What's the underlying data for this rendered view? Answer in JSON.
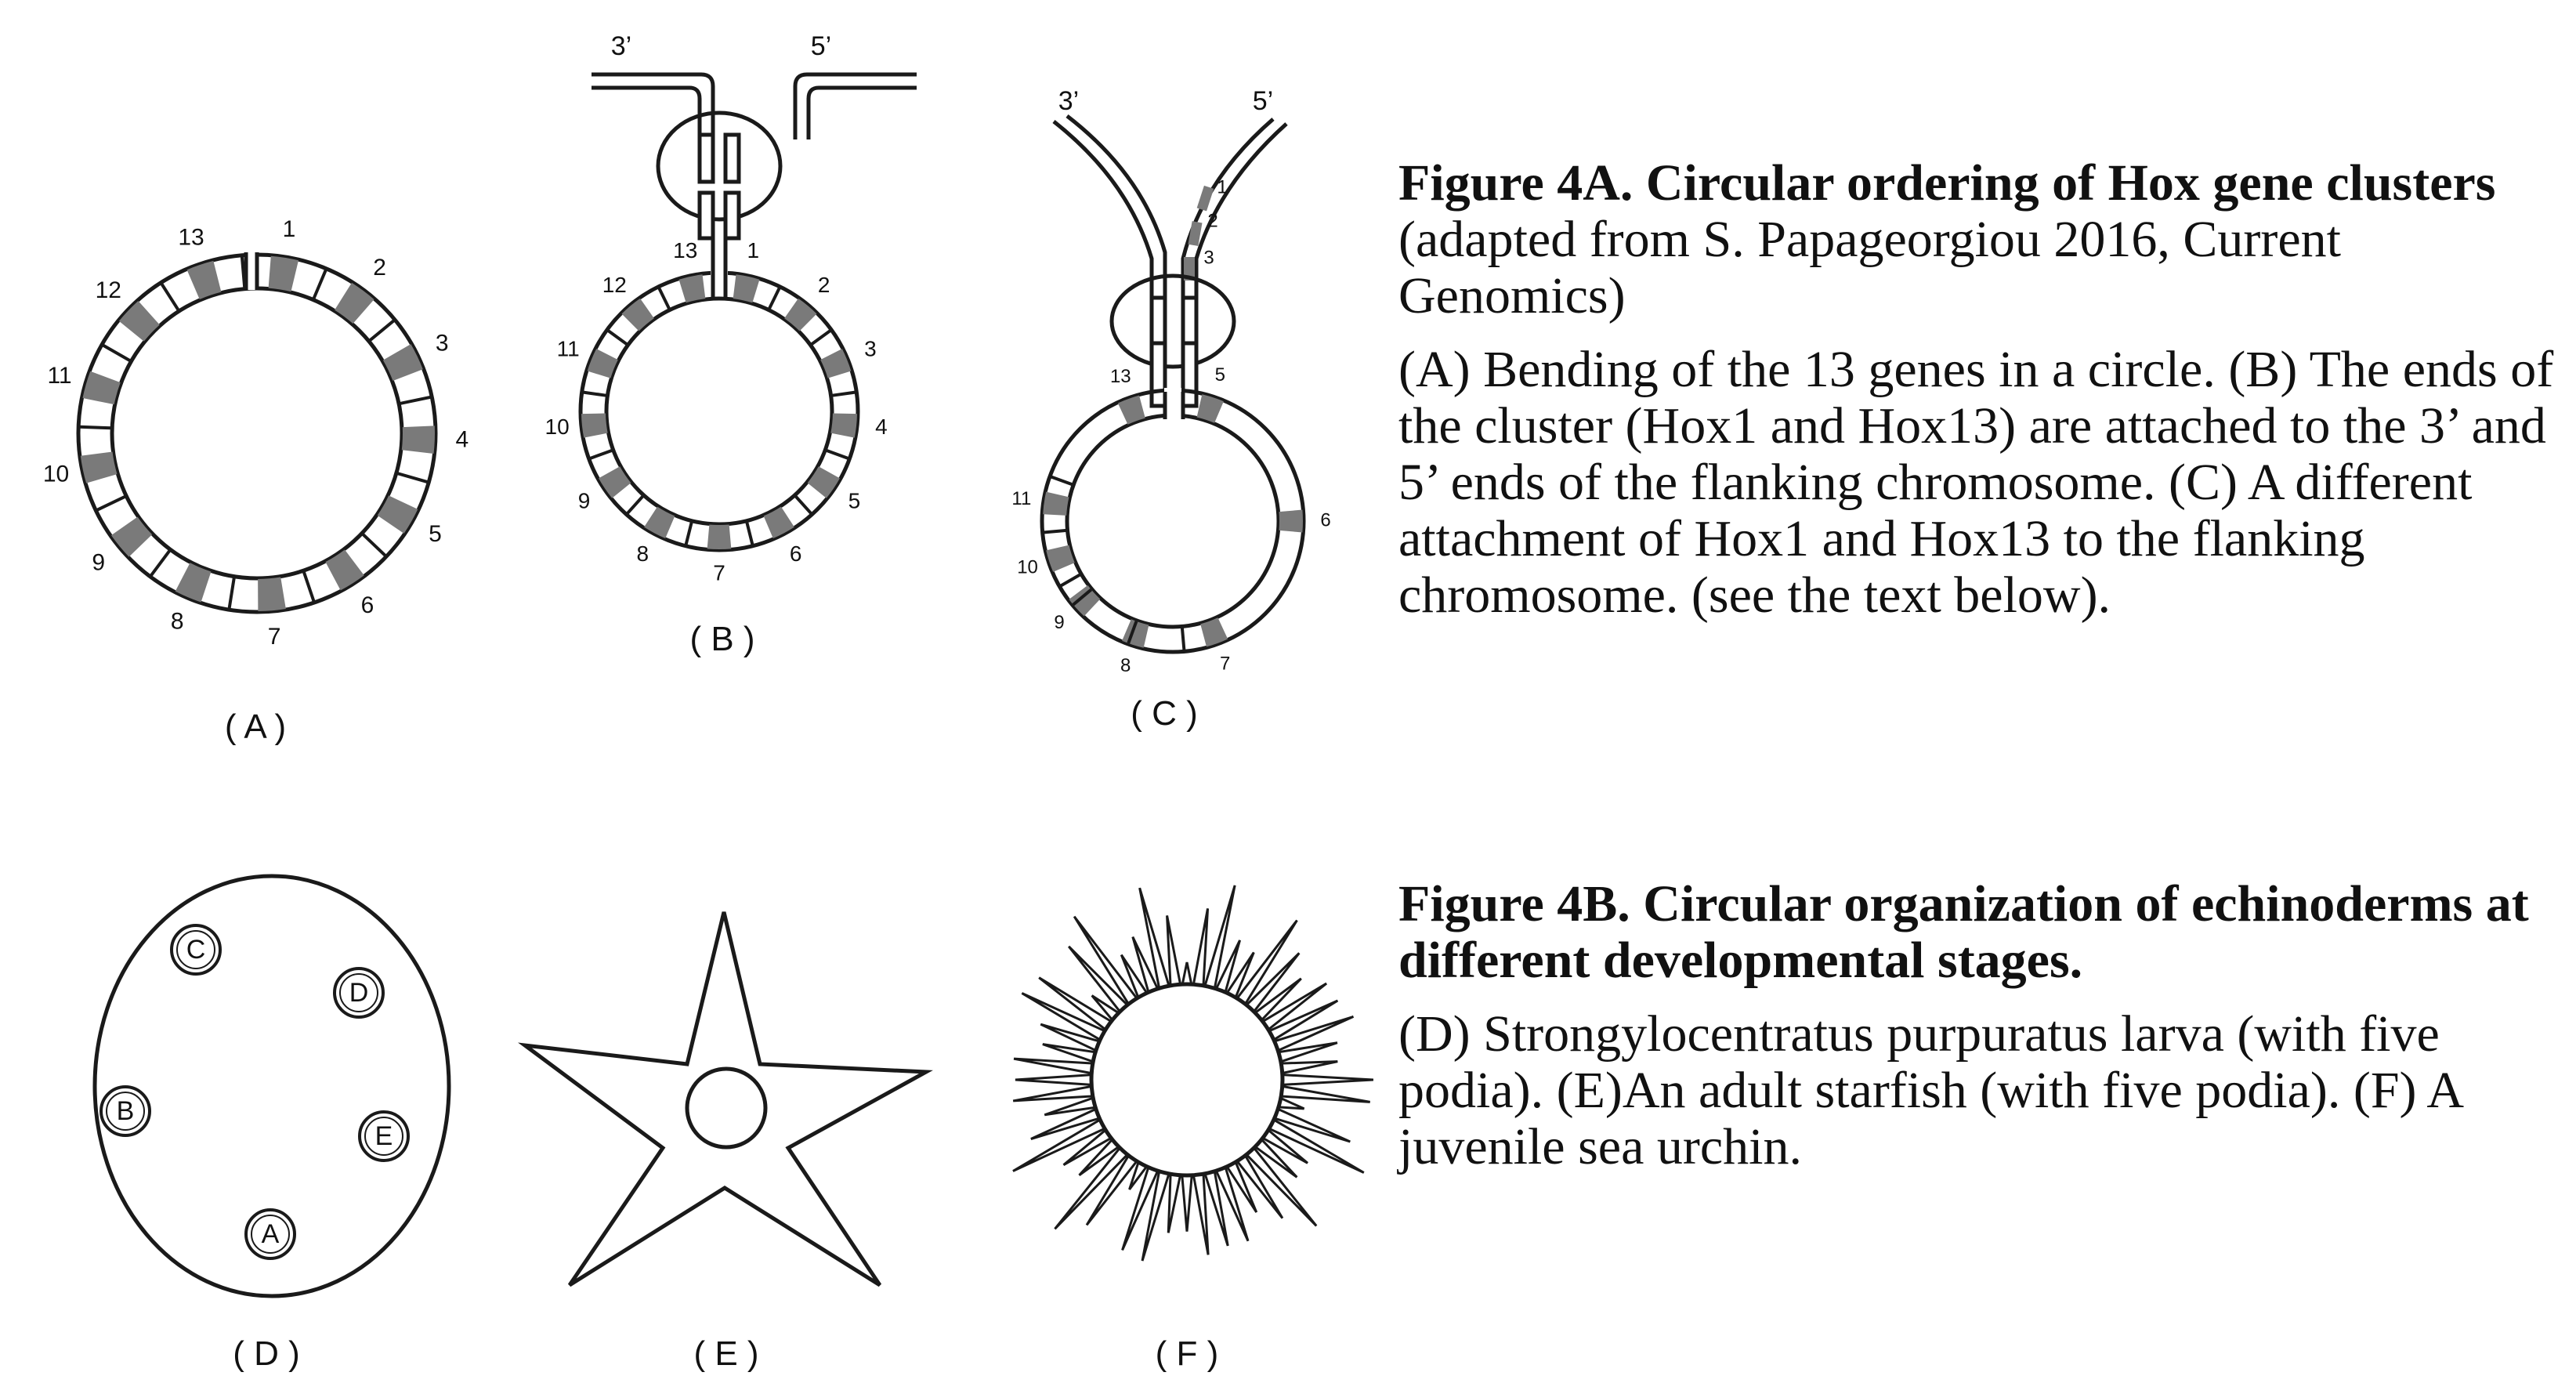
{
  "figure_4a": {
    "title": "Figure 4A.   Circular ordering of Hox gene clusters",
    "source": " (adapted from S. Papageorgiou 2016, Current Genomics)",
    "text": "(A) Bending of the 13 genes in a circle. (B) The ends of the cluster (Hox1 and Hox13) are attached to the 3’ and 5’ ends of the flanking chromosome. (C) A different attachment of Hox1 and Hox13 to the flanking chromosome. (see the text below)."
  },
  "figure_4b": {
    "title": "Figure 4B. Circular organization of echinoderms at different developmental stages.",
    "text": "(D) Strongylocentratus purpuratus larva (with five podia). (E)An adult starfish (with five podia). (F) A juvenile sea urchin."
  },
  "panels": {
    "A": {
      "label": "( A )",
      "genes": [
        "1",
        "2",
        "3",
        "4",
        "5",
        "6",
        "7",
        "8",
        "9",
        "10",
        "11",
        "12",
        "13"
      ]
    },
    "B": {
      "label": "( B )",
      "end3": "3’",
      "end5": "5’",
      "genes": [
        "1",
        "2",
        "3",
        "4",
        "5",
        "6",
        "7",
        "8",
        "9",
        "10",
        "11",
        "12",
        "13"
      ]
    },
    "C": {
      "label": "( C )",
      "end3": "3’",
      "end5": "5’",
      "strand_genes": [
        "1",
        "2",
        "3"
      ],
      "ring_genes": [
        "5",
        "6",
        "7",
        "8",
        "9",
        "10",
        "11",
        "13"
      ]
    },
    "D": {
      "label": "( D )",
      "podia": [
        "A",
        "B",
        "C",
        "D",
        "E"
      ]
    },
    "E": {
      "label": "( E )"
    },
    "F": {
      "label": "( F )"
    }
  },
  "colors": {
    "gene_fill": "#7a7a7a",
    "line": "#1a1a1a"
  }
}
